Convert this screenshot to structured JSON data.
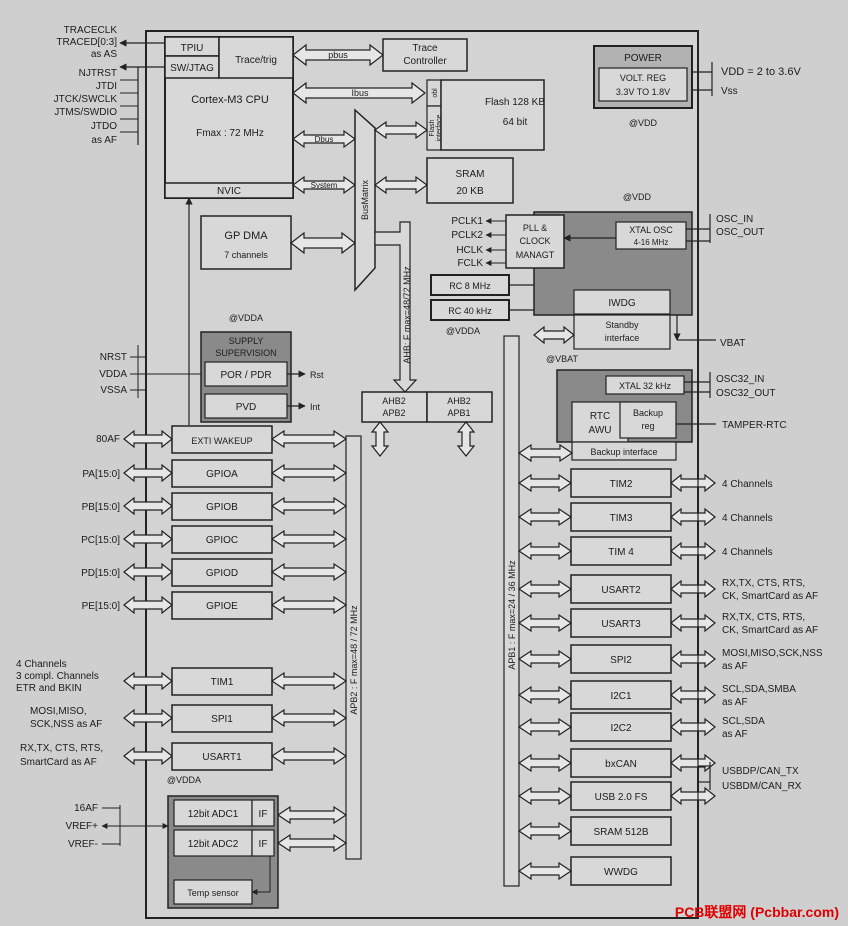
{
  "left_signals": {
    "trace": [
      "TRACECLK",
      "TRACED[0:3]",
      "as AS"
    ],
    "jtag": [
      "NJTRST",
      "JTDI",
      "JTCK/SWCLK",
      "JTMS/SWDIO",
      "JTDO",
      "as AF"
    ],
    "reset": [
      "NRST",
      "VDDA",
      "VSSA"
    ],
    "gpio_ports": [
      "80AF",
      "PA[15:0]",
      "PB[15:0]",
      "PC[15:0]",
      "PD[15:0]",
      "PE[15:0]"
    ],
    "tim1": [
      "4 Channels",
      "3 compl. Channels",
      "ETR and BKIN"
    ],
    "spi1": [
      "MOSI,MISO,",
      "SCK,NSS as AF"
    ],
    "usart1": [
      "RX,TX, CTS, RTS,",
      "SmartCard as AF"
    ],
    "adc": [
      "16AF",
      "VREF+",
      "VREF-"
    ]
  },
  "core": {
    "tpiu": "TPIU",
    "swjtag": "SW/JTAG",
    "trace_trig": "Trace/trig",
    "cpu": "Cortex-M3 CPU",
    "fmax": "Fmax : 72 MHz",
    "nvic": "NVIC"
  },
  "buses": {
    "pbus": "pbus",
    "ibus": "Ibus",
    "dbus": "Dbus",
    "system": "System",
    "busmatrix": "BusMatrix",
    "ahb_freq": "AHB: F max=48/72 MHz",
    "apb2_freq": "APB2 : F max=48 / 72 MHz",
    "apb1_freq": "APB1 : F max=24 / 36 MHz"
  },
  "memory": {
    "trace_controller": [
      "Trace",
      "Controller"
    ],
    "obl": "obl",
    "flash_interface": [
      "Flash",
      "interface"
    ],
    "flash": [
      "Flash 128 KB",
      "64 bit"
    ],
    "sram": [
      "SRAM",
      "20 KB"
    ]
  },
  "power": {
    "title": "POWER",
    "regulator": [
      "VOLT. REG",
      "3.3V TO 1.8V"
    ],
    "vdd_range": "VDD = 2 to 3.6V",
    "vss": "Vss",
    "at_vdd_1": "@VDD",
    "at_vdd_2": "@VDD"
  },
  "clocks": {
    "pclk1": "PCLK1",
    "pclk2": "PCLK2",
    "hclk": "HCLK",
    "fclk": "FCLK",
    "pll": [
      "PLL &",
      "CLOCK",
      "MANAGT"
    ],
    "xtal_osc": [
      "XTAL OSC",
      "4-16 MHz"
    ],
    "osc_pins": [
      "OSC_IN",
      "OSC_OUT"
    ],
    "rc8": "RC 8 MHz",
    "rc40": "RC 40 kHz",
    "iwdg": "IWDG",
    "standby": [
      "Standby",
      "interface"
    ],
    "at_vdda": "@VDDA",
    "at_vbat": "@VBAT",
    "vbat": "VBAT"
  },
  "gp_dma": [
    "GP DMA",
    "7 channels"
  ],
  "supply": {
    "title": [
      "SUPPLY",
      "SUPERVISION"
    ],
    "por": "POR / PDR",
    "pvd": "PVD",
    "rst": "Rst",
    "int": "Int",
    "at_vdda": "@VDDA"
  },
  "bridges": {
    "left": [
      "AHB2",
      "APB2"
    ],
    "right": [
      "AHB2",
      "APB1"
    ]
  },
  "backup": {
    "xtal32": "XTAL 32 kHz",
    "rtc": [
      "RTC",
      "AWU"
    ],
    "backup_reg": [
      "Backup",
      "reg"
    ],
    "backup_interface": "Backup interface",
    "osc32_pins": [
      "OSC32_IN",
      "OSC32_OUT"
    ],
    "tamper": "TAMPER-RTC"
  },
  "apb2_peripherals": [
    "EXTI WAKEUP",
    "GPIOA",
    "GPIOB",
    "GPIOC",
    "GPIOD",
    "GPIOE",
    "TIM1",
    "SPI1",
    "USART1"
  ],
  "adc_block": {
    "at_vdda": "@VDDA",
    "adc1": "12bit ADC1",
    "adc2": "12bit ADC2",
    "if": "IF",
    "temp": "Temp sensor"
  },
  "apb1_peripherals": [
    {
      "name": "TIM2",
      "signals": [
        "4 Channels"
      ]
    },
    {
      "name": "TIM3",
      "signals": [
        "4 Channels"
      ]
    },
    {
      "name": "TIM 4",
      "signals": [
        "4 Channels"
      ]
    },
    {
      "name": "USART2",
      "signals": [
        "RX,TX, CTS, RTS,",
        "CK, SmartCard as AF"
      ]
    },
    {
      "name": "USART3",
      "signals": [
        "RX,TX, CTS, RTS,",
        "CK, SmartCard as AF"
      ]
    },
    {
      "name": "SPI2",
      "signals": [
        "MOSI,MISO,SCK,NSS",
        "as AF"
      ]
    },
    {
      "name": "I2C1",
      "signals": [
        "SCL,SDA,SMBA",
        "as AF"
      ]
    },
    {
      "name": "I2C2",
      "signals": [
        "SCL,SDA",
        "as AF"
      ]
    },
    {
      "name": "bxCAN",
      "signals": []
    },
    {
      "name": "USB 2.0 FS",
      "signals": []
    },
    {
      "name": "SRAM 512B",
      "signals": []
    },
    {
      "name": "WWDG",
      "signals": []
    }
  ],
  "usb_can_pins": [
    "USBDP/CAN_TX",
    "USBDM/CAN_RX"
  ],
  "watermark": "PCB联盟网 (Pcbbar.com)"
}
